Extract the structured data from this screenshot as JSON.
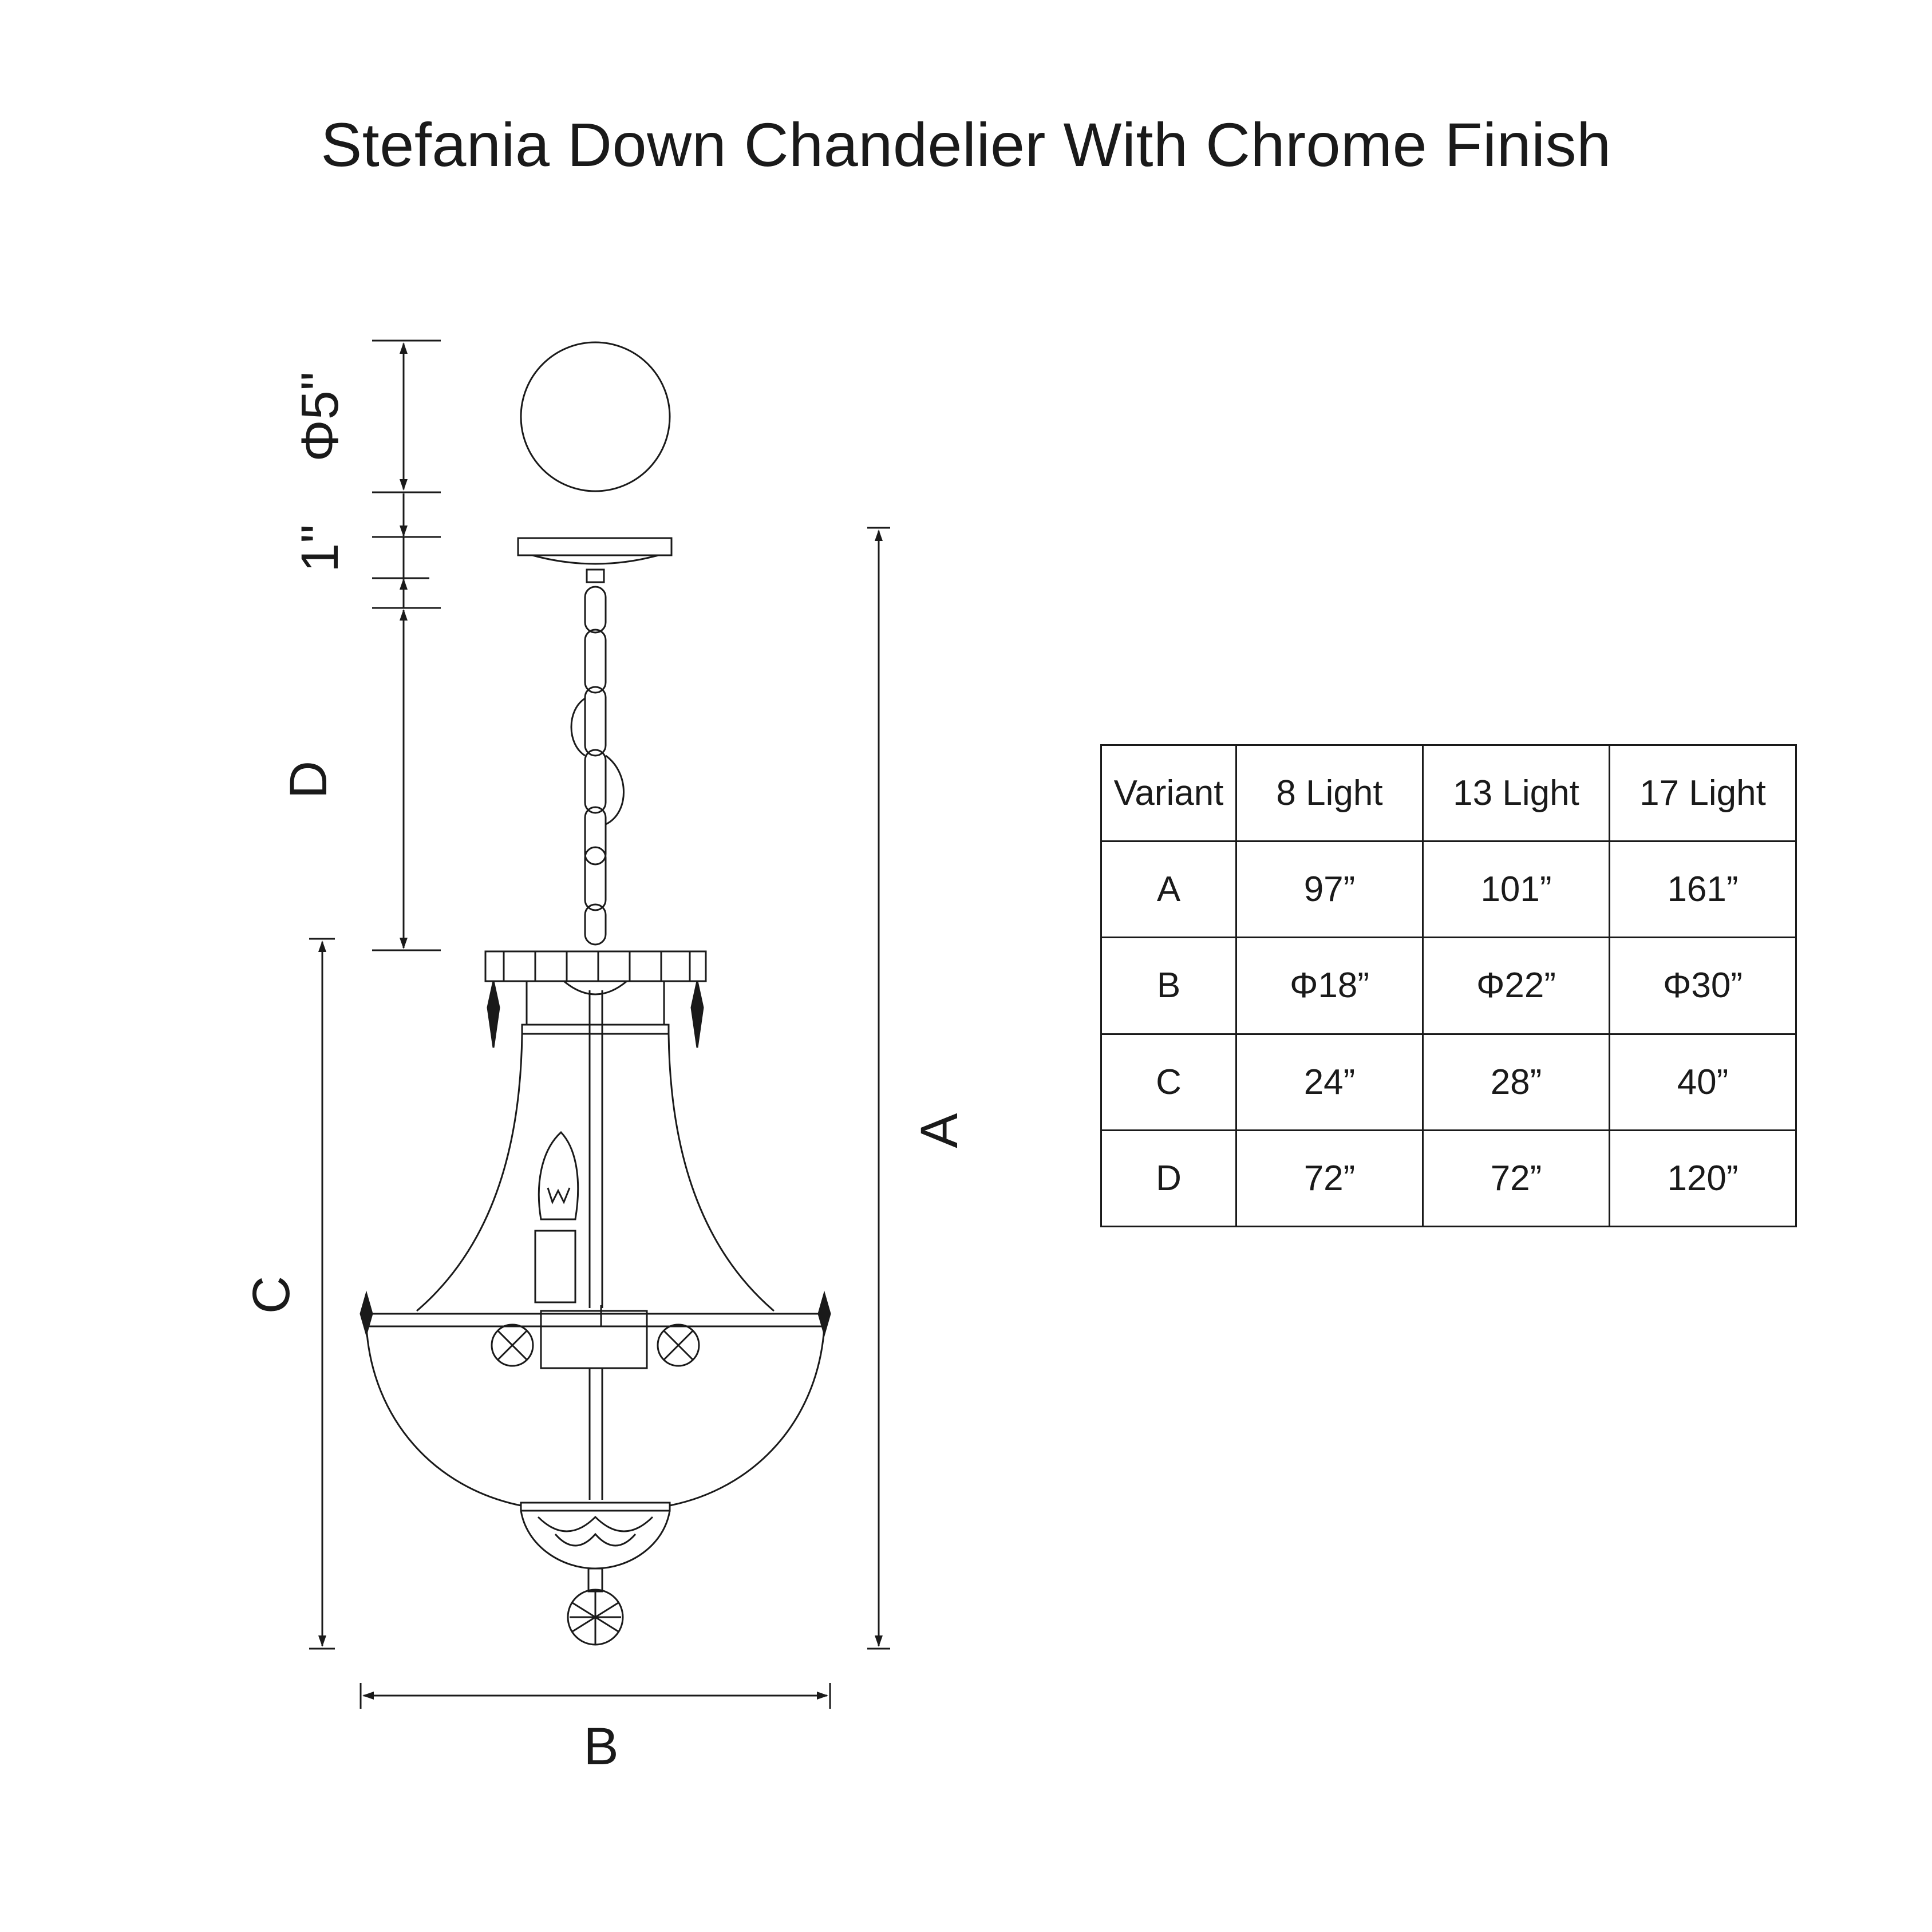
{
  "title": "Stefania Down Chandelier With Chrome Finish",
  "dimension_labels": {
    "canopy_diameter": "Φ5\"",
    "canopy_height": "1\"",
    "chain": "D",
    "body_height": "C",
    "overall_height": "A",
    "width": "B"
  },
  "table": {
    "header": [
      "Variant",
      "8 Light",
      "13 Light",
      "17 Light"
    ],
    "rows": [
      [
        "A",
        "97”",
        "101”",
        "161”"
      ],
      [
        "B",
        "Φ18”",
        "Φ22”",
        "Φ30”"
      ],
      [
        "C",
        "24”",
        "28”",
        "40”"
      ],
      [
        "D",
        "72”",
        "72”",
        "120”"
      ]
    ]
  },
  "colors": {
    "line": "#1a1a1a",
    "background": "#ffffff"
  }
}
